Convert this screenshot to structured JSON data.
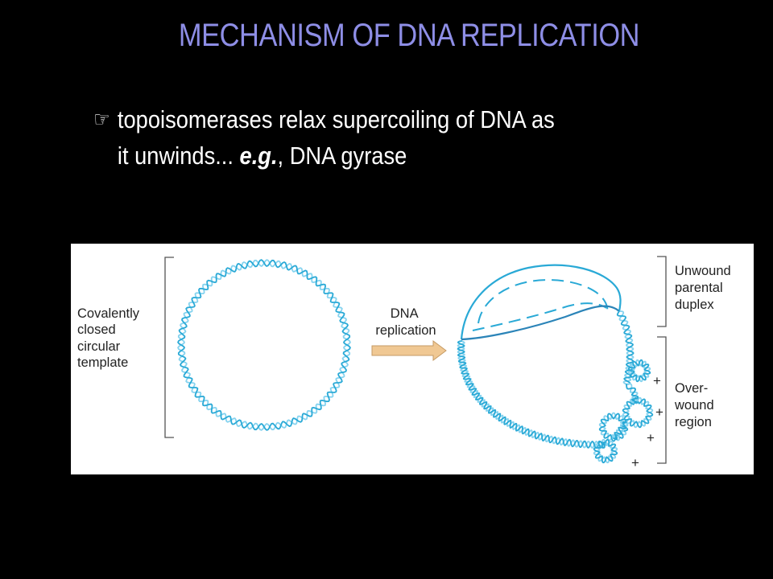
{
  "slide": {
    "title": "MECHANISM OF DNA REPLICATION",
    "title_color": "#8e8ee6",
    "bullet_icon": "pointing-hand-icon",
    "bullet_line1": "topoisomerases relax supercoiling of DNA as",
    "bullet_line2_prefix": "it unwinds... ",
    "bullet_line2_italic": "e.g.",
    "bullet_line2_suffix": ", DNA gyrase"
  },
  "figure": {
    "strand_color": "#29a9d6",
    "light_strand_color": "#86d3ef",
    "dark_strand_color": "#2b84b8",
    "arrow_color": "#f0c893",
    "left_label_lines": [
      "Covalently",
      "closed",
      "circular",
      "template"
    ],
    "arrow_label_lines": [
      "DNA",
      "replication"
    ],
    "top_right_label_lines": [
      "Unwound",
      "parental",
      "duplex"
    ],
    "bottom_right_label_lines": [
      "Over-",
      "wound",
      "region"
    ],
    "plus_marks": [
      "+",
      "+",
      "+",
      "+"
    ]
  }
}
